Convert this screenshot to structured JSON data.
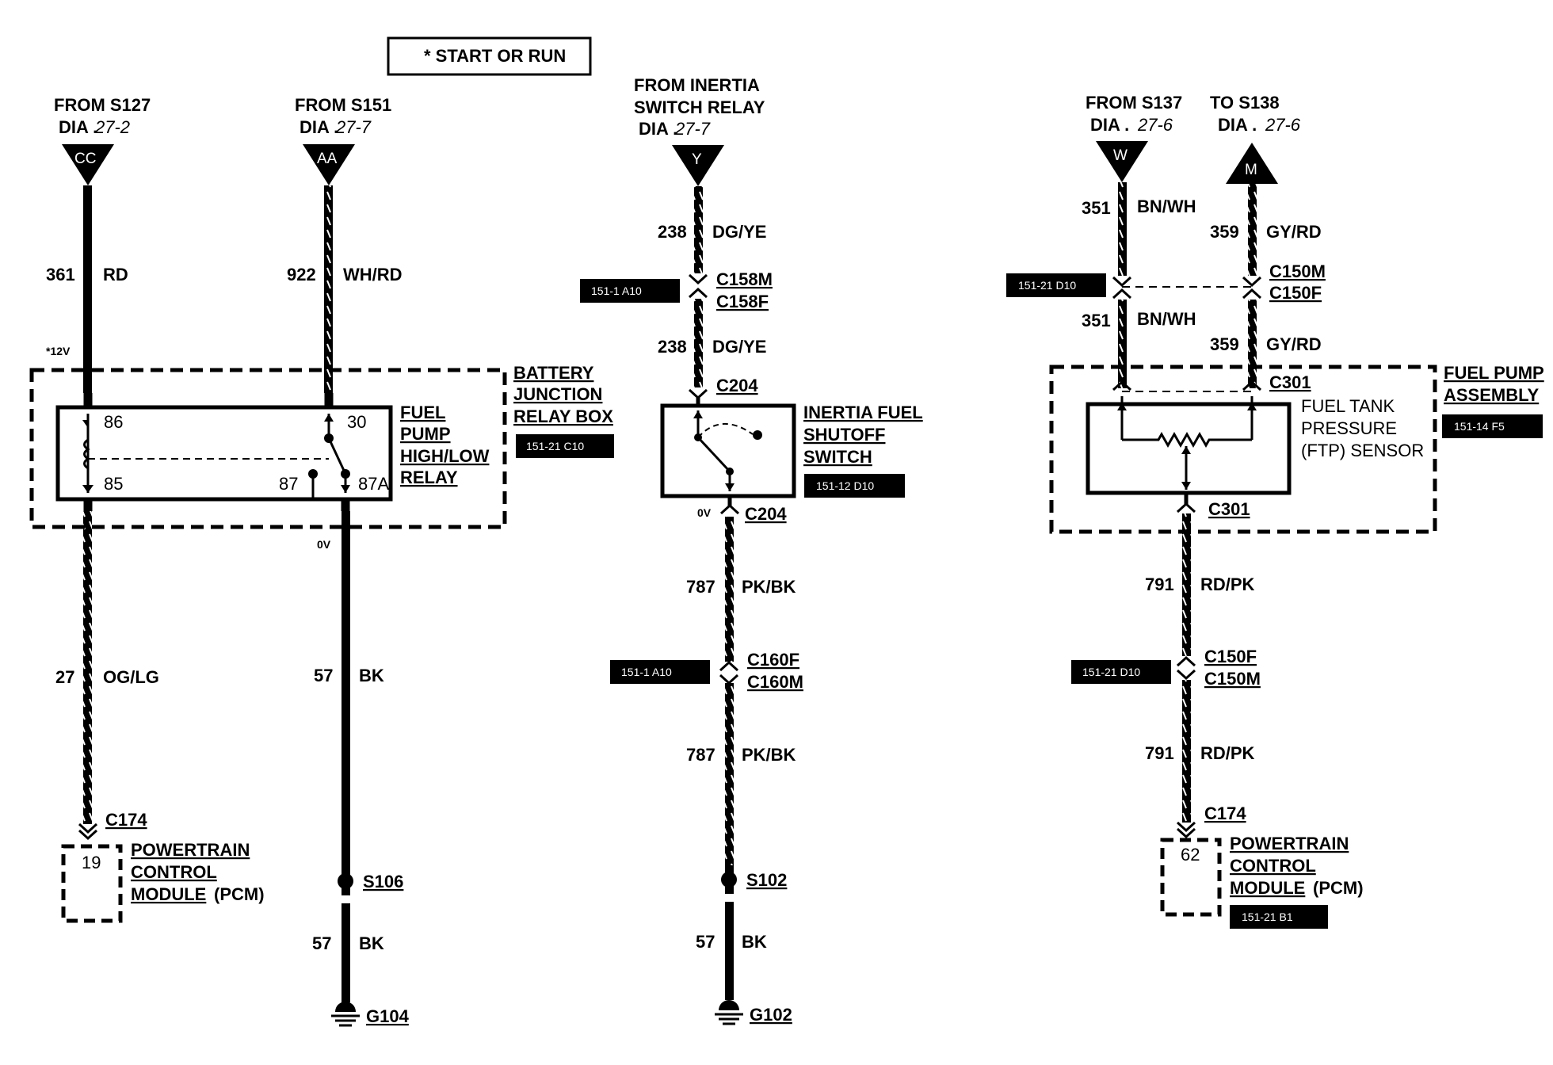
{
  "legend": {
    "start_or_run": "* START OR RUN"
  },
  "col1": {
    "from": "FROM S127",
    "dia_prefix": "DIA .",
    "dia_ref": "27-2",
    "conn": "CC",
    "w1_num": "361",
    "w1_color": "RD",
    "voltage": "*12V",
    "w2_num": "27",
    "w2_color": "OG/LG",
    "pcm_conn": "C174",
    "pcm_pin": "19",
    "pcm_l1": "POWERTRAIN",
    "pcm_l2": "CONTROL",
    "pcm_l3": "MODULE",
    "pcm_l3b": "(PCM)"
  },
  "col2": {
    "from": "FROM S151",
    "dia_prefix": "DIA .",
    "dia_ref": "27-7",
    "conn": "AA",
    "w1_num": "922",
    "w1_color": "WH/RD",
    "voltage": "0V",
    "w2_num": "57",
    "w2_color": "BK",
    "splice": "S106",
    "w3_num": "57",
    "w3_color": "BK",
    "ground": "G104"
  },
  "relay": {
    "pin86": "86",
    "pin85": "85",
    "pin30": "30",
    "pin87": "87",
    "pin87a": "87A",
    "l1": "FUEL",
    "l2": "PUMP",
    "l3": "HIGH/LOW",
    "l4": "RELAY"
  },
  "bjb": {
    "l1": "BATTERY",
    "l2": "JUNCTION",
    "l3": "RELAY BOX",
    "ref": "151-21 C10"
  },
  "col3": {
    "from1": "FROM INERTIA",
    "from2": "SWITCH RELAY",
    "dia_prefix": "DIA .",
    "dia_ref": "27-7",
    "conn": "Y",
    "w1_num": "238",
    "w1_color": "DG/YE",
    "c_a": "C158M",
    "c_b": "C158F",
    "c_ref": "151-1 A10",
    "w2_num": "238",
    "w2_color": "DG/YE",
    "c204_top": "C204",
    "sw_l1": "INERTIA FUEL",
    "sw_l2": "SHUTOFF",
    "sw_l3": "SWITCH",
    "sw_ref": "151-12 D10",
    "voltage": "0V",
    "c204_bot": "C204",
    "w3_num": "787",
    "w3_color": "PK/BK",
    "c2_a": "C160F",
    "c2_b": "C160M",
    "c2_ref": "151-1 A10",
    "w4_num": "787",
    "w4_color": "PK/BK",
    "splice": "S102",
    "w5_num": "57",
    "w5_color": "BK",
    "ground": "G102"
  },
  "col4": {
    "from": "FROM S137",
    "dia_prefix": "DIA .",
    "dia_ref": "27-6",
    "conn": "W",
    "w1_num": "351",
    "w1_color": "BN/WH",
    "w2_num": "351",
    "w2_color": "BN/WH"
  },
  "col5": {
    "to": "TO S138",
    "dia_prefix": "DIA .",
    "dia_ref": "27-6",
    "conn": "M",
    "w1_num": "359",
    "w1_color": "GY/RD",
    "w2_num": "359",
    "w2_color": "GY/RD"
  },
  "ftp": {
    "c_a": "C150M",
    "c_b": "C150F",
    "c_ref": "151-21 D10",
    "c301_top": "C301",
    "s_l1": "FUEL TANK",
    "s_l2": "PRESSURE",
    "s_l3": "(FTP) SENSOR",
    "asm_l1": "FUEL PUMP",
    "asm_l2": "ASSEMBLY",
    "asm_ref": "151-14 F5",
    "c301_bot": "C301",
    "w1_num": "791",
    "w1_color": "RD/PK",
    "c2_a": "C150F",
    "c2_b": "C150M",
    "c2_ref": "151-21 D10",
    "w2_num": "791",
    "w2_color": "RD/PK",
    "pcm_conn": "C174",
    "pcm_pin": "62",
    "pcm_l1": "POWERTRAIN",
    "pcm_l2": "CONTROL",
    "pcm_l3": "MODULE",
    "pcm_l3b": "(PCM)",
    "pcm_ref": "151-21 B1"
  }
}
